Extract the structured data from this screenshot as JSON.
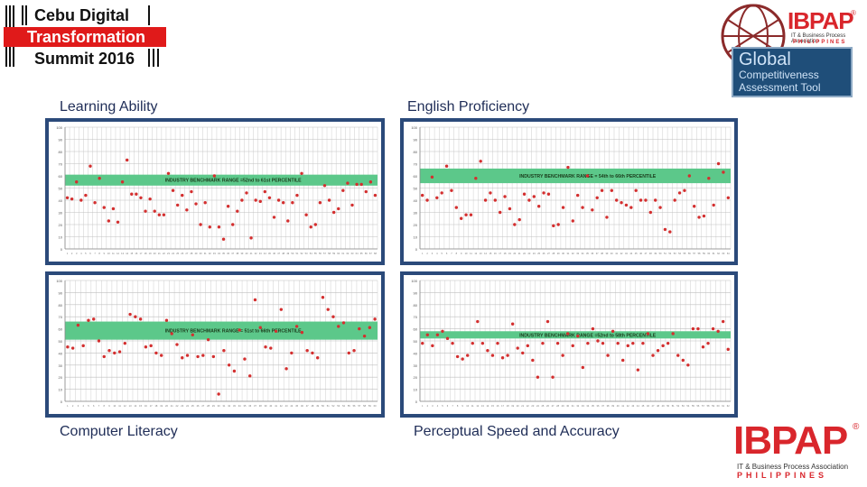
{
  "logo_left": {
    "line1": "Cebu Digital",
    "line2": "Transformation",
    "line3": "Summit 2016"
  },
  "logo_top_right": {
    "brand": "IBPAP",
    "reg": "®",
    "subtitle": "IT & Business Process Association",
    "country": "PHILIPPINES",
    "tool_line1": "Global",
    "tool_line2": "Competitiveness",
    "tool_line3": "Assessment Tool"
  },
  "logo_bottom_right": {
    "brand": "IBPAP",
    "reg": "®",
    "subtitle": "IT & Business Process Association",
    "country": "PHILIPPINES"
  },
  "labels": {
    "learning": "Learning Ability",
    "english": "English Proficiency",
    "computer": "Computer Literacy",
    "perceptual": "Perceptual Speed and Accuracy"
  },
  "colors": {
    "panel_border": "#2b4a7a",
    "band": "#5cc88a",
    "dot": "#d32f2f",
    "brand_red": "#d9262c",
    "label": "#1f2d57"
  },
  "charts": [
    {
      "id": "learning",
      "band_label": "INDUSTRY BENCHMARK RANGE =52nd to 61st PERCENTILE",
      "band": [
        52,
        61
      ],
      "values": [
        42,
        41,
        55,
        40,
        44,
        68,
        38,
        58,
        34,
        23,
        33,
        22,
        55,
        73,
        45,
        45,
        42,
        31,
        41,
        31,
        28,
        28,
        62,
        48,
        36,
        44,
        32,
        47,
        37,
        20,
        38,
        18,
        60,
        18,
        8,
        35,
        20,
        31,
        40,
        46,
        9,
        40,
        39,
        47,
        42,
        26,
        40,
        38,
        23,
        38,
        44,
        62,
        28,
        18,
        20,
        38,
        52,
        40,
        30,
        33,
        48,
        54,
        36,
        53,
        53,
        47,
        55,
        44
      ]
    },
    {
      "id": "english",
      "band_label": "INDUSTRY BENCHMARK RANGE = 54th to 66th PERCENTILE",
      "band": [
        54,
        66
      ],
      "values": [
        44,
        40,
        59,
        42,
        46,
        68,
        48,
        34,
        25,
        28,
        28,
        58,
        72,
        40,
        46,
        40,
        30,
        43,
        33,
        20,
        24,
        45,
        40,
        43,
        35,
        46,
        45,
        19,
        20,
        34,
        67,
        23,
        44,
        34,
        60,
        32,
        42,
        48,
        26,
        48,
        40,
        38,
        36,
        34,
        48,
        40,
        40,
        30,
        40,
        34,
        16,
        14,
        40,
        46,
        48,
        60,
        35,
        26,
        27,
        58,
        36,
        70,
        63,
        42
      ]
    },
    {
      "id": "computer",
      "band_label": "INDUSTRY BENCHMARK RANGE = 51st to 66th PERCENTILE",
      "band": [
        51,
        66
      ],
      "values": [
        45,
        44,
        63,
        46,
        67,
        68,
        50,
        37,
        42,
        40,
        41,
        48,
        72,
        70,
        68,
        45,
        46,
        40,
        38,
        67,
        56,
        47,
        36,
        38,
        55,
        37,
        38,
        51,
        37,
        6,
        42,
        30,
        25,
        59,
        35,
        21,
        84,
        61,
        45,
        44,
        58,
        76,
        27,
        40,
        62,
        57,
        42,
        40,
        36,
        86,
        76,
        70,
        62,
        65,
        40,
        42,
        60,
        54,
        61,
        68
      ]
    },
    {
      "id": "perceptual",
      "band_label": "INDUSTRY BENCHMARK RANGE =52nd to 58th PERCENTILE",
      "band": [
        52,
        58
      ],
      "values": [
        48,
        55,
        46,
        55,
        58,
        52,
        48,
        37,
        35,
        38,
        48,
        66,
        48,
        42,
        38,
        48,
        36,
        38,
        64,
        44,
        40,
        46,
        34,
        20,
        48,
        66,
        20,
        48,
        38,
        56,
        46,
        54,
        28,
        48,
        60,
        50,
        48,
        38,
        58,
        48,
        34,
        46,
        48,
        26,
        48,
        56,
        38,
        42,
        46,
        48,
        56,
        38,
        34,
        30,
        60,
        60,
        45,
        48,
        60,
        58,
        66,
        43
      ]
    }
  ]
}
